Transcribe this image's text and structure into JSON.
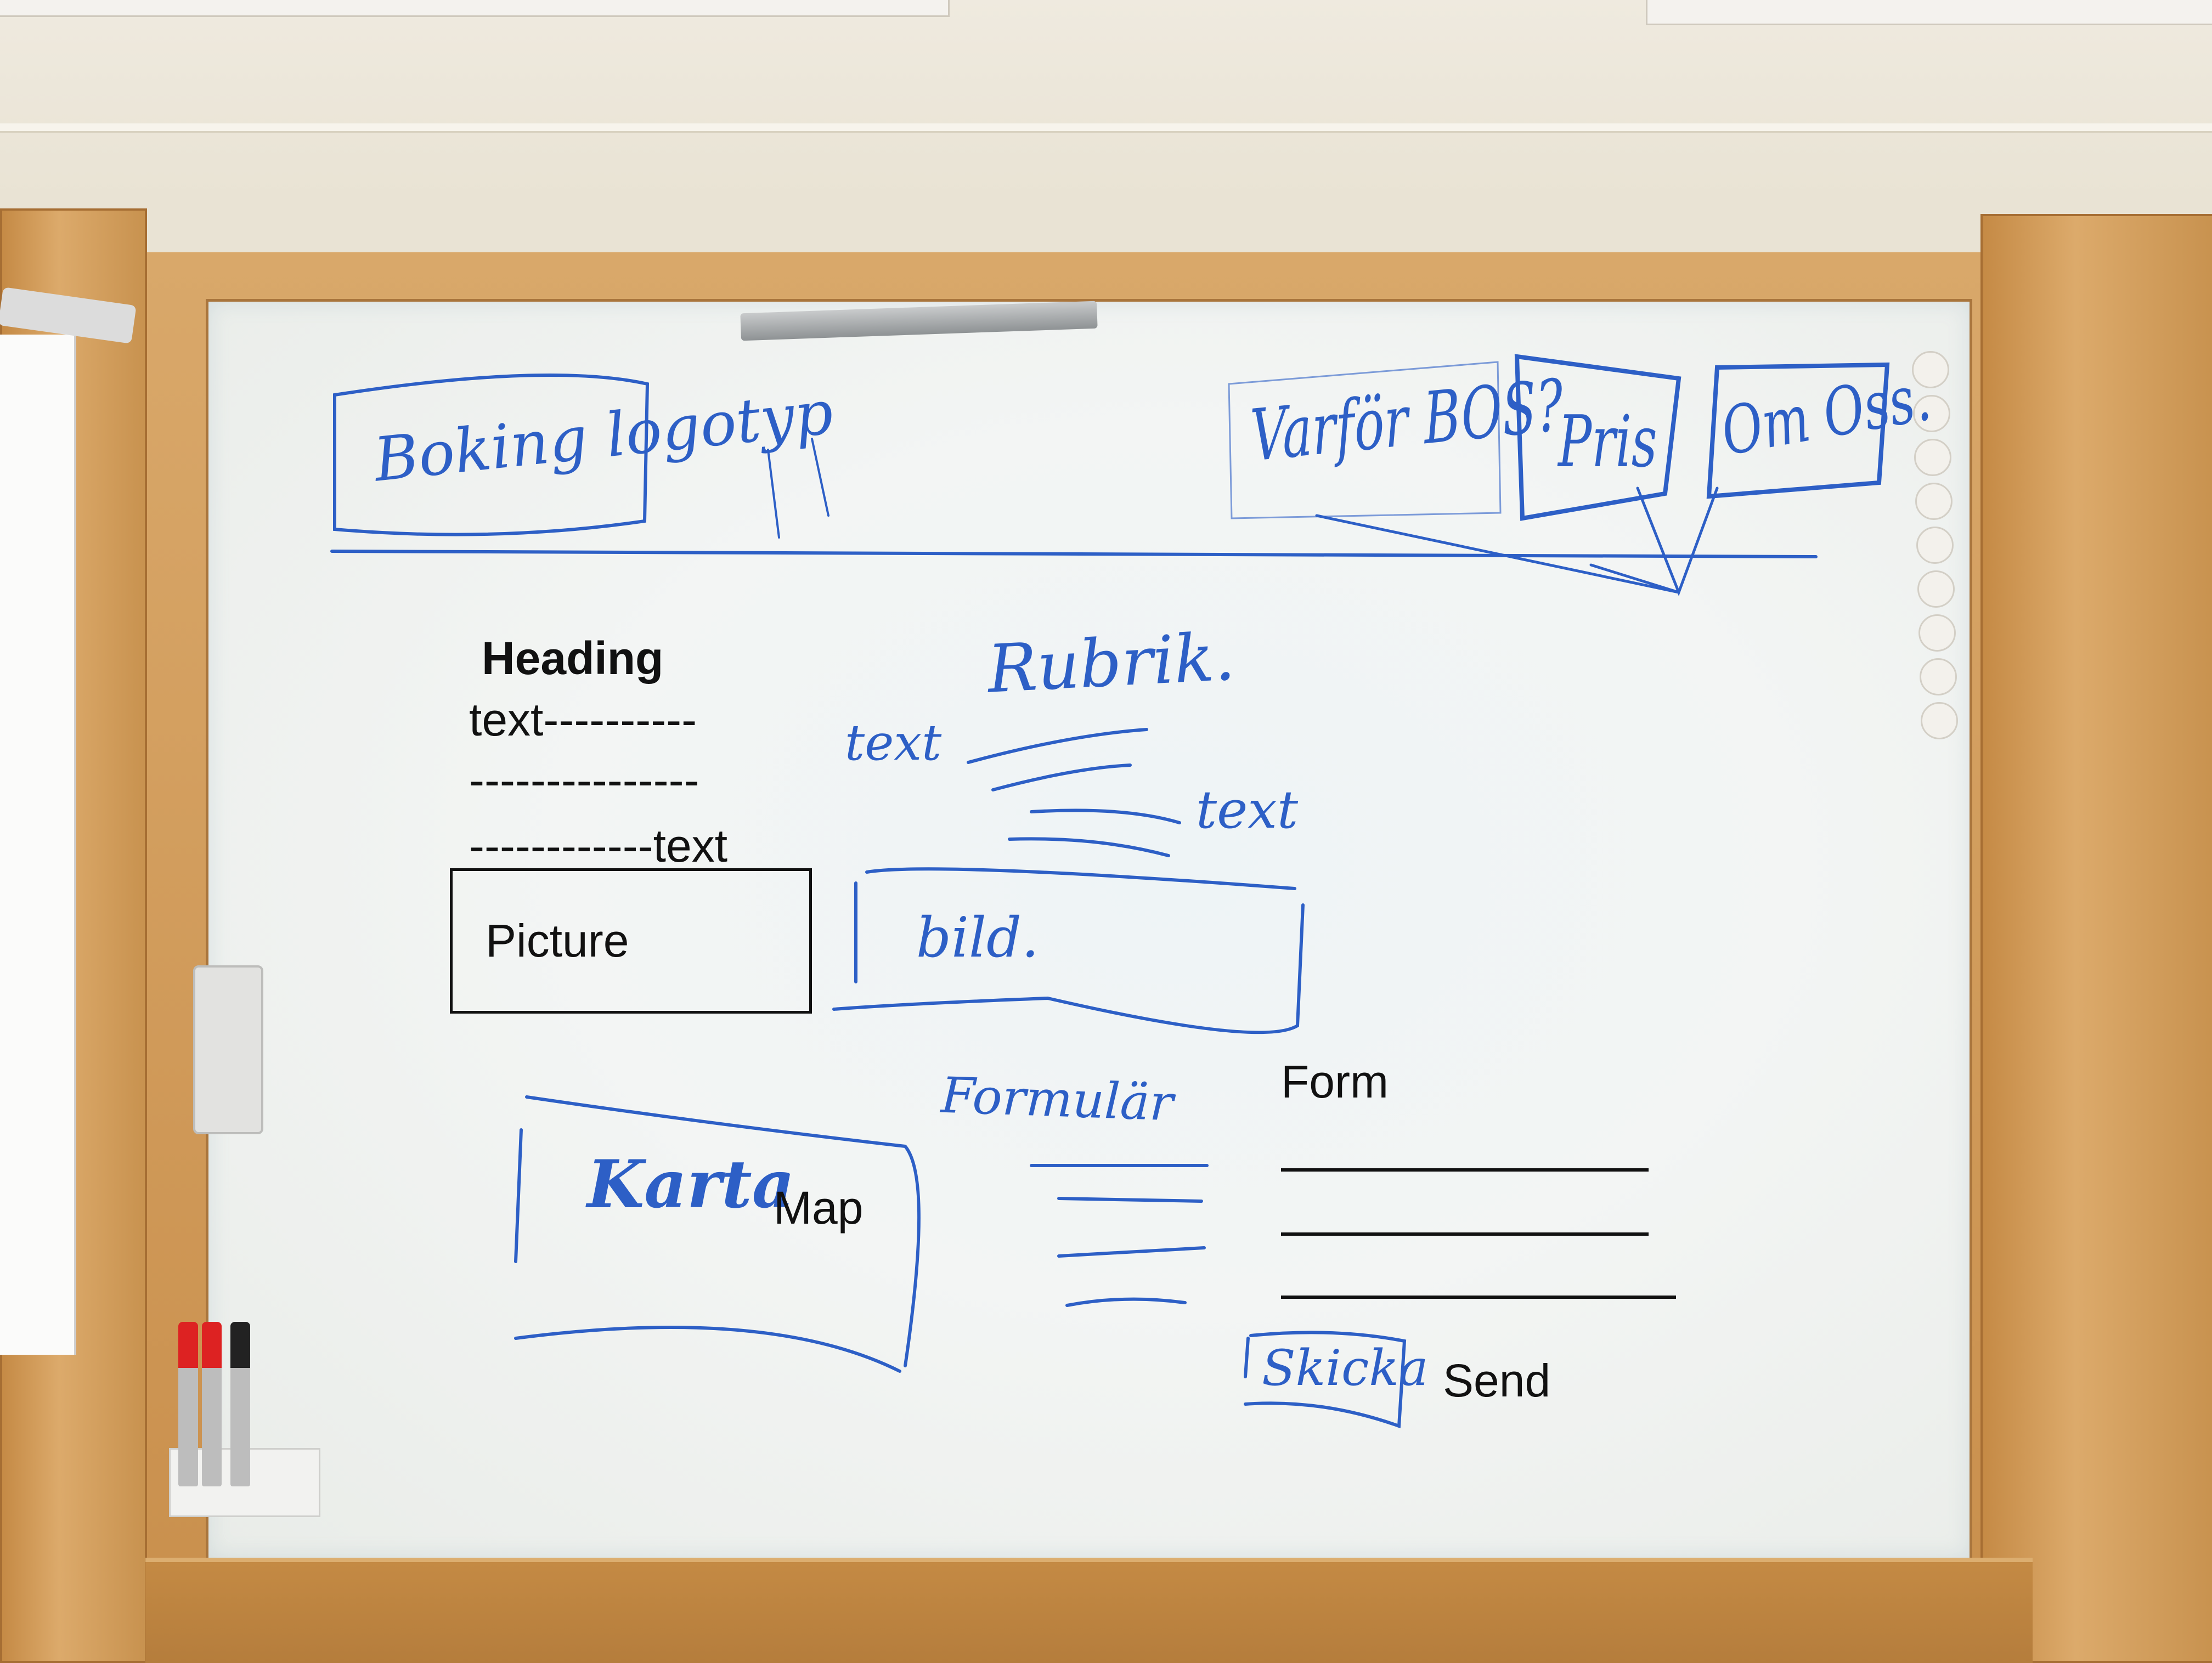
{
  "typed": {
    "heading": "Heading",
    "line1": "text----------",
    "line2": "---------------",
    "line3": "------------text",
    "picture": "Picture",
    "map": "Map",
    "form": "Form",
    "send": "Send"
  },
  "handwriting": {
    "logo": "Boking logotyp",
    "why": "Varför BOS?",
    "price": "Pris",
    "about": "Om Oss.",
    "rubrik": "Rubrik.",
    "text_left": "text",
    "text_right": "text",
    "bild": "bild.",
    "karta": "Karta",
    "formular": "Formulär",
    "skicka": "Skicka"
  },
  "colors": {
    "marker_blue": "#2d5fc6",
    "board": "#f1f4f3",
    "frame": "#c98f4c"
  }
}
